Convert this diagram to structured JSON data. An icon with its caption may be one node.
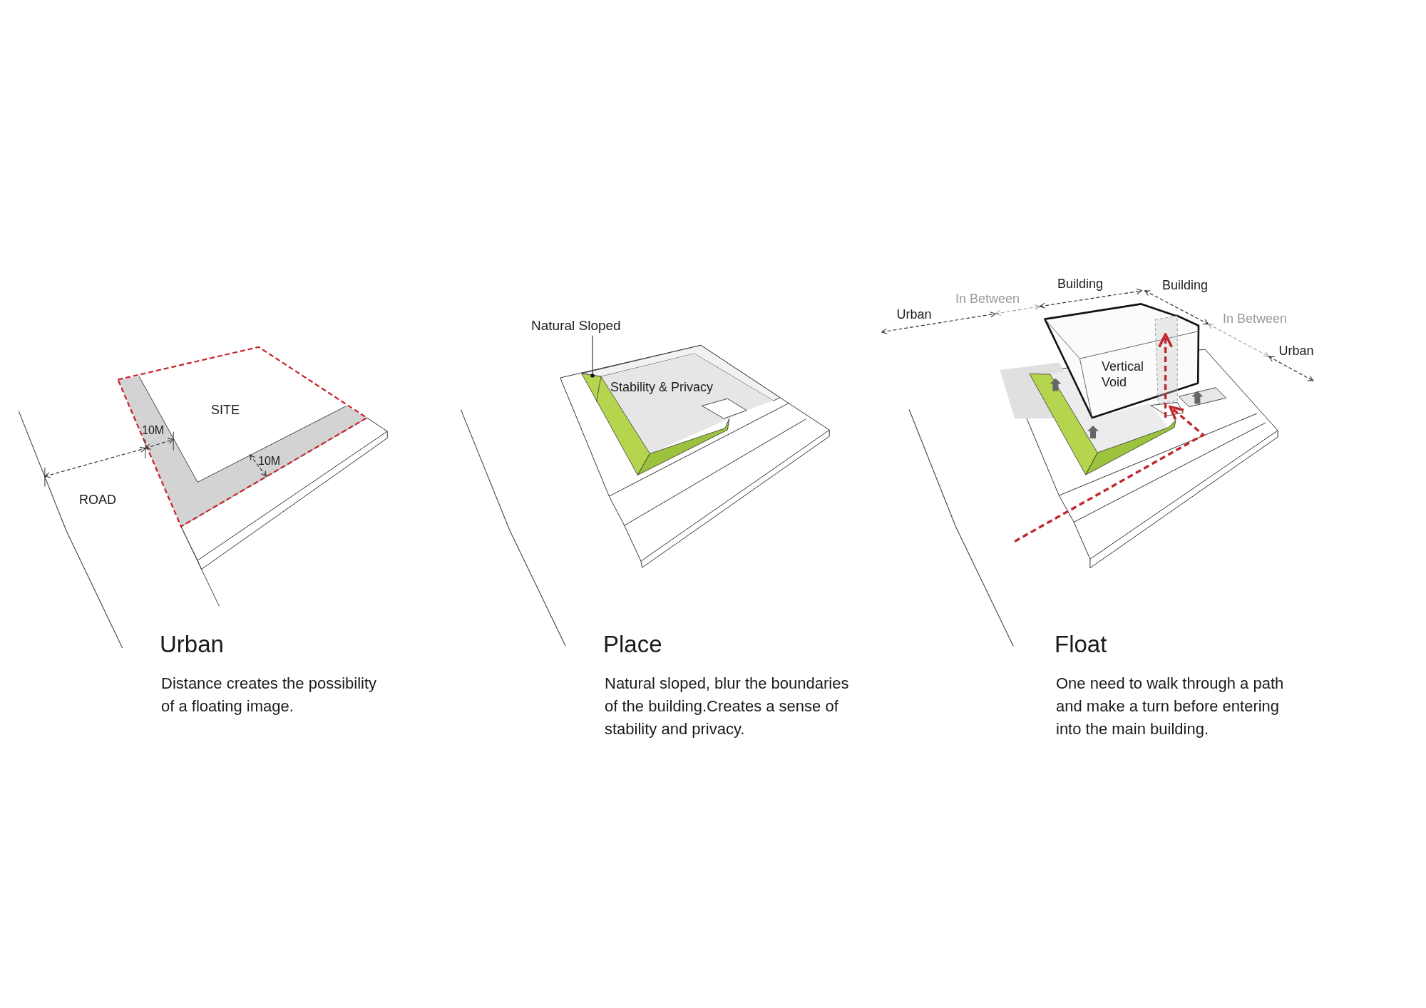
{
  "diagram": {
    "nodes": [
      {
        "text": [
          "Natural Sloped"
        ]
      },
      {
        "text": [],
        "shape": "picture"
      }
    ],
    "edges": [
      {
        "from": 0,
        "to": 1,
        "arrow": "other"
      }
    ],
    "labels": [
      "SITE",
      "10M",
      "10M",
      "ROAD",
      "Urban",
      "Distance creates the possibility of a floating image.",
      "Stability & Privacy",
      "Place",
      "Natural sloped, blur the boundaries of the building.Creates a sense of stability and privacy.",
      "Urban",
      "In Between",
      "Building",
      "Building",
      "In Between",
      "Urban",
      "Vertical Void",
      "Float",
      "One need to walk through a path and make a turn before entering into the main building."
    ]
  }
}
